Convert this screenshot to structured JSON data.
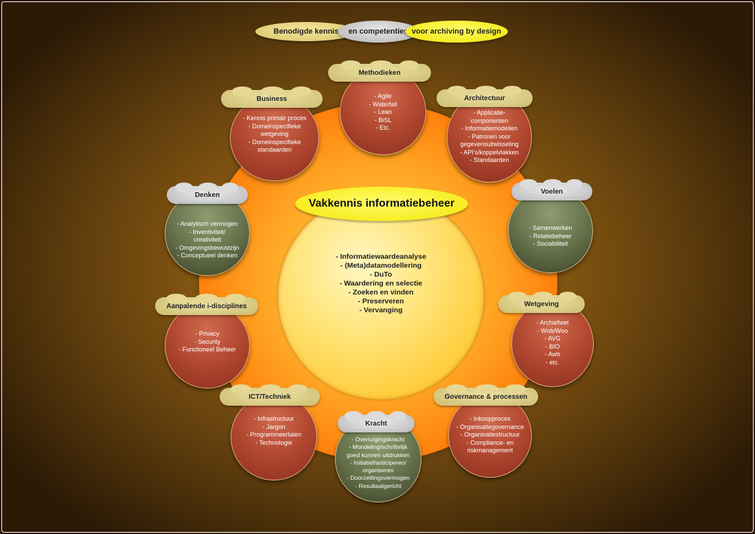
{
  "header": {
    "part1": "Benodigde kennis",
    "part2": "en competenties",
    "part3": "voor archiving by design"
  },
  "center": {
    "title": "Vakkennis informatiebeheer",
    "items": [
      "- Informatiewaardeanalyse",
      "- (Meta)datamodellering",
      "- DuTo",
      "- Waardering en selectie",
      "- Zoeken en vinden",
      "- Preserveren",
      "- Vervanging"
    ]
  },
  "satellites": [
    {
      "label": "Methodieken",
      "items": [
        "- Agile",
        "- Waterfall",
        "- Lean",
        "- BiSL",
        "- Etc."
      ]
    },
    {
      "label": "Architectuur",
      "items": [
        "- Applicatie-",
        "componenten",
        "- Informatiemodellen",
        "- Patronen voor",
        "gegevensuitwisseling",
        "- API's/koppelvlakken",
        "- Standaarden"
      ]
    },
    {
      "label": "Voelen",
      "items": [
        "- Samenwerken",
        "- Relatiebeheer",
        "- Sociabiliteit"
      ]
    },
    {
      "label": "Wetgeving",
      "items": [
        "- Archiefwet",
        "- Wob/Woo",
        "- AVG",
        "- BIO",
        "- Awb",
        "- etc."
      ]
    },
    {
      "label": "Governance & processen",
      "items": [
        "- Inkoopproces",
        "- Organisatiegovernance",
        "- Organisatiestructuur",
        "- Compliance- en",
        "riskmanagement"
      ]
    },
    {
      "label": "Kracht",
      "items": [
        "- Overtuigingskracht",
        "- Mondeling/schriftelijk",
        "goed kunnen uitdrukken",
        "- Initiatief/anticiperen/",
        "organiseren",
        "- Doorzettingsvermogen",
        "- Resultaatgericht"
      ]
    },
    {
      "label": "ICT/Techniek",
      "items": [
        "- Infrastructuur",
        "- Jargon",
        "- Programmeertalen",
        "- Technologie"
      ]
    },
    {
      "label": "Aanpalende i-disciplines",
      "items": [
        "- Privacy",
        "- Security",
        "- Functioneel Beheer"
      ]
    },
    {
      "label": "Denken",
      "items": [
        "- Analytisch vermogen",
        "- Inventiviteit/",
        "creativiteit",
        "- Omgevingsbewustzijn",
        "- Conceptueel denken"
      ]
    },
    {
      "label": "Business",
      "items": [
        "- Kennis primair proces",
        "- Domeinspecifieke",
        "wetgeving",
        "- Domeinspecifieke",
        "standaarden"
      ]
    }
  ]
}
